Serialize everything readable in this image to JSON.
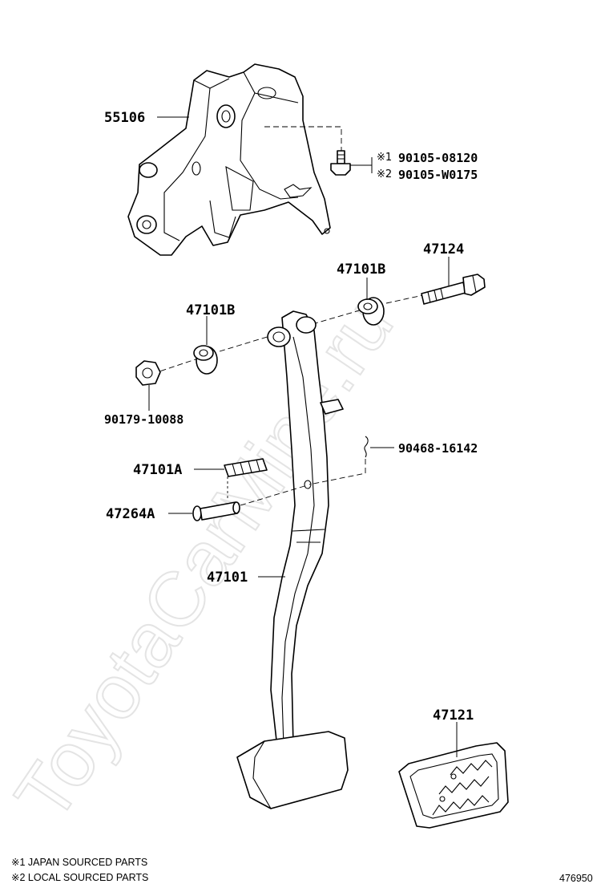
{
  "watermark": "ToyotaCarMine.ru",
  "labels": {
    "bracket": "55106",
    "bolt_japan_marker": "※1",
    "bolt_japan": "90105-08120",
    "bolt_local_marker": "※2",
    "bolt_local": "90105-W0175",
    "bolt_pivot": "47124",
    "bushing_right": "47101B",
    "bushing_left": "47101B",
    "nut": "90179-10088",
    "clip": "90468-16142",
    "bushing_a": "47101A",
    "pin": "47264A",
    "pedal_arm": "47101",
    "pedal_pad": "47121"
  },
  "notes": {
    "note1": "※1 JAPAN SOURCED PARTS",
    "note2": "※2 LOCAL SOURCED PARTS"
  },
  "figure_number": "476950"
}
